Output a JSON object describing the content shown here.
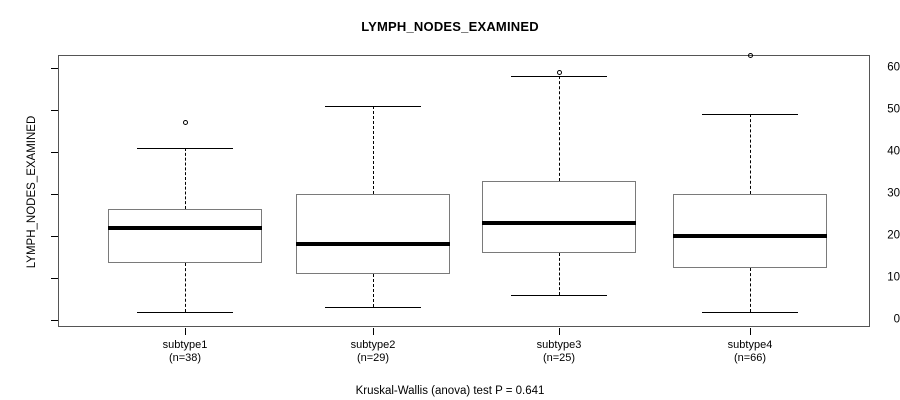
{
  "chart_data": {
    "type": "box",
    "title": "LYMPH_NODES_EXAMINED",
    "xlabel": "",
    "ylabel": "LYMPH_NODES_EXAMINED",
    "ylim": [
      0,
      65
    ],
    "yticks": [
      0,
      10,
      20,
      30,
      40,
      50,
      60
    ],
    "ytick_labels": [
      "0",
      "10",
      "20",
      "30",
      "40",
      "50",
      "60"
    ],
    "grid": false,
    "legend": "none",
    "annotation": "Kruskal-Wallis (anova) test P = 0.641",
    "categories": [
      "subtype1",
      "subtype2",
      "subtype3",
      "subtype4"
    ],
    "counts": [
      38,
      29,
      25,
      66
    ],
    "category_labels": [
      {
        "name": "subtype1",
        "n": "(n=38)"
      },
      {
        "name": "subtype2",
        "n": "(n=29)"
      },
      {
        "name": "subtype3",
        "n": "(n=25)"
      },
      {
        "name": "subtype4",
        "n": "(n=66)"
      }
    ],
    "boxes": [
      {
        "category": "subtype1",
        "whisker_low": 2,
        "q1": 13.5,
        "median": 22,
        "q3": 26.5,
        "whisker_high": 41,
        "outliers": [
          47
        ]
      },
      {
        "category": "subtype2",
        "whisker_low": 3,
        "q1": 11,
        "median": 18,
        "q3": 30,
        "whisker_high": 51,
        "outliers": []
      },
      {
        "category": "subtype3",
        "whisker_low": 6,
        "q1": 16,
        "median": 23,
        "q3": 33,
        "whisker_high": 58,
        "outliers": [
          59
        ]
      },
      {
        "category": "subtype4",
        "whisker_low": 2,
        "q1": 12.5,
        "median": 20,
        "q3": 30,
        "whisker_high": 49,
        "outliers": [
          63
        ]
      }
    ]
  }
}
